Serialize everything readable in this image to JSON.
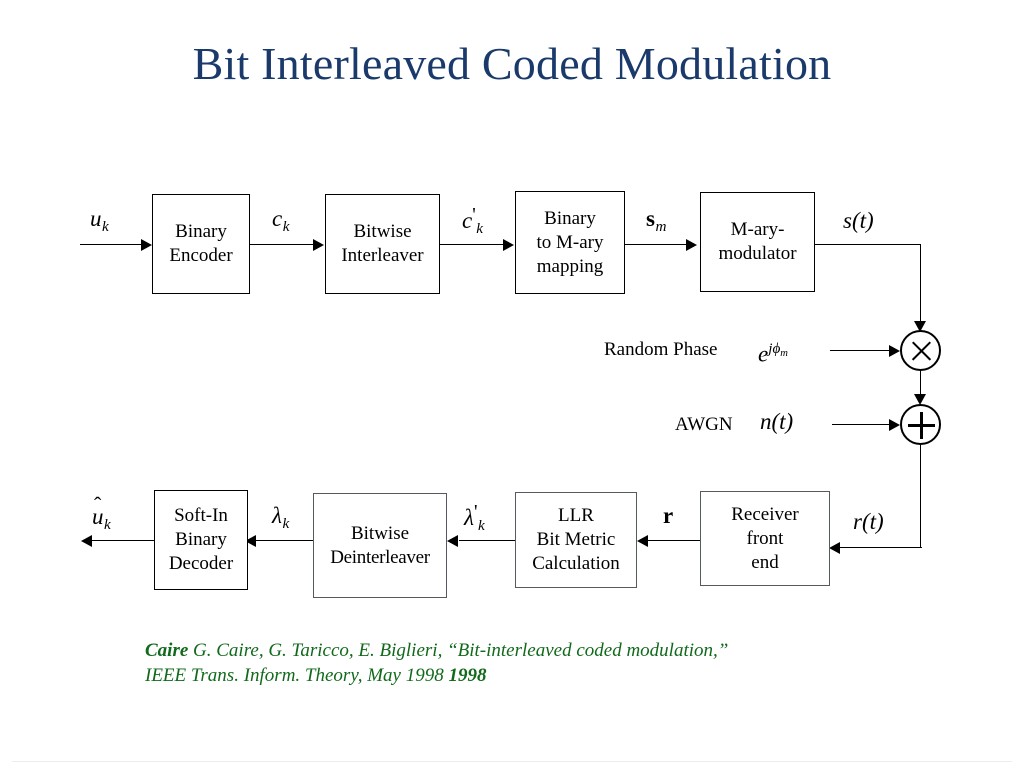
{
  "slide": {
    "title": "Bit Interleaved Coded Modulation",
    "title_color": "#1a3a6b",
    "background_color": "#ffffff"
  },
  "diagram": {
    "transmitter_blocks": [
      {
        "id": "binary-encoder",
        "lines": [
          "Binary",
          "Encoder"
        ]
      },
      {
        "id": "bitwise-interleaver",
        "lines": [
          "Bitwise",
          "Interleaver"
        ]
      },
      {
        "id": "binary-to-mary-mapping",
        "lines": [
          "Binary",
          "to M-ary",
          "mapping"
        ]
      },
      {
        "id": "mary-modulator",
        "lines": [
          "M-ary-",
          "modulator"
        ]
      }
    ],
    "receiver_blocks": [
      {
        "id": "soft-in-binary-decoder",
        "lines": [
          "Soft-In",
          "Binary",
          "Decoder"
        ]
      },
      {
        "id": "bitwise-deinterleaver",
        "lines": [
          "Bitwise",
          "Deinterleaver"
        ]
      },
      {
        "id": "llr-bit-metric-calculation",
        "lines": [
          "LLR",
          "Bit Metric",
          "Calculation"
        ]
      },
      {
        "id": "receiver-front-end",
        "lines": [
          "Receiver",
          "front",
          "end"
        ]
      }
    ],
    "signal_labels": {
      "u_k": {
        "base": "u",
        "sub": "k",
        "style": "italic"
      },
      "c_k": {
        "base": "c",
        "sub": "k",
        "style": "italic"
      },
      "c_prime_k": {
        "base": "c",
        "prime": "'",
        "sub": "k",
        "style": "italic"
      },
      "s_m": {
        "base": "s",
        "sub": "m",
        "style": "bold"
      },
      "s_of_t": {
        "base": "s(t)",
        "style": "italic"
      },
      "r_of_t": {
        "base": "r(t)",
        "style": "italic"
      },
      "r_vector": {
        "base": "r",
        "style": "bold"
      },
      "lambda_k": {
        "base": "λ",
        "sub": "k",
        "style": "italic"
      },
      "lambda_prime_k": {
        "base": "λ",
        "prime": "'",
        "sub": "k",
        "style": "italic"
      },
      "u_hat_k": {
        "base": "u",
        "hat": "ˆ",
        "sub": "k",
        "style": "italic"
      },
      "exp_jphi_m": {
        "base": "e",
        "sup": "jϕ",
        "sup_sub": "m",
        "style": "italic"
      },
      "n_of_t": {
        "base": "n(t)",
        "style": "italic"
      }
    },
    "channel_labels": {
      "random_phase": "Random Phase",
      "awgn": "AWGN"
    },
    "operators": [
      {
        "id": "multiplier",
        "glyph": "×",
        "name": "multiply"
      },
      {
        "id": "adder",
        "glyph": "+",
        "name": "sum"
      }
    ]
  },
  "citation": {
    "color": "#11691b",
    "key": "Caire",
    "line1_rest": " G. Caire, G. Taricco, E. Biglieri, “Bit-interleaved coded modulation,”",
    "line2_start": "IEEE Trans. Inform. Theory, May 1998 ",
    "line2_bold": "1998"
  }
}
